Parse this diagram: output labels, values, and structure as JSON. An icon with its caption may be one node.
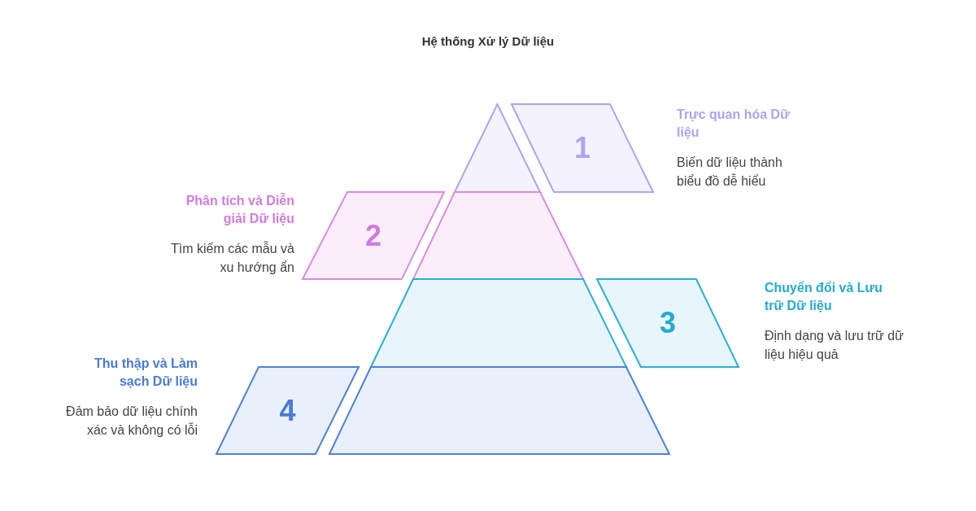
{
  "diagram": {
    "title": "Hệ thống Xử lý Dữ liệu",
    "nodes": [
      {
        "text": [],
        "shape": "triangle"
      },
      {
        "text": [
          "1"
        ],
        "beside": [
          "Trực quan hóa Dữ liệu",
          "Biến dữ liệu thành biểu đồ dễ hiểu"
        ]
      },
      {
        "text": [],
        "shape": "trapezoid"
      },
      {
        "text": [
          "2"
        ],
        "beside": [
          "Phân tích và Diễn giải Dữ liệu",
          "Tìm kiếm các mẫu và xu hướng ẩn"
        ]
      },
      {
        "text": [],
        "shape": "trapezoid"
      },
      {
        "text": [
          "3"
        ],
        "beside": [
          "Chuyển đổi và Lưu trữ Dữ liệu",
          "Định dạng và lưu trữ dữ liệu hiệu quả"
        ]
      },
      {
        "text": [],
        "shape": "trapezoid"
      },
      {
        "text": [
          "4"
        ],
        "beside": [
          "Thu thập và Làm sạch Dữ liệu",
          "Đảm bảo dữ liệu chính xác và không có lỗi"
        ]
      }
    ],
    "edges": []
  }
}
